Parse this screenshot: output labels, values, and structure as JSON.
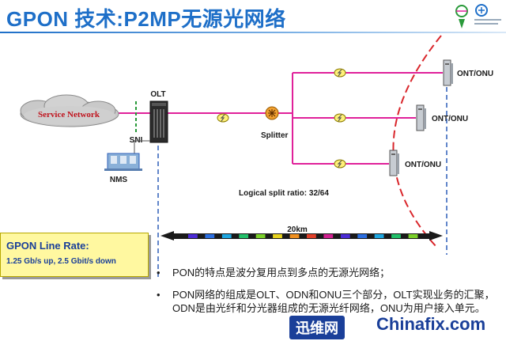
{
  "slide": {
    "title": "GPON 技术:P2MP无源光网络"
  },
  "diagram": {
    "service_network_label": "Service Network",
    "sni_label": "SNI",
    "olt_label": "OLT",
    "nms_label": "NMS",
    "splitter_label": "Splitter",
    "onu_labels": [
      "ONT/ONU",
      "ONT/ONU",
      "ONT/ONU"
    ],
    "split_ratio_text": "Logical split ratio: 32/64",
    "distance_label": "20km",
    "fiber_color": "#e0219a",
    "boundary_color": "#d9262b",
    "reference_line_color": "#2f5fb8"
  },
  "rate_box": {
    "title": "GPON Line Rate:",
    "detail": "1.25 Gb/s up, 2.5 Gbit/s down"
  },
  "bullets": [
    "PON的特点是波分复用点到多点的无源光网络；",
    "PON网络的组成是OLT、ODN和ONU三个部分，OLT实现业务的汇聚，ODN是由光纤和分光器组成的无源光纤网络，ONU为用户接入单元。"
  ],
  "watermark": {
    "cn": "迅维网",
    "en": "Chinafix.com"
  }
}
